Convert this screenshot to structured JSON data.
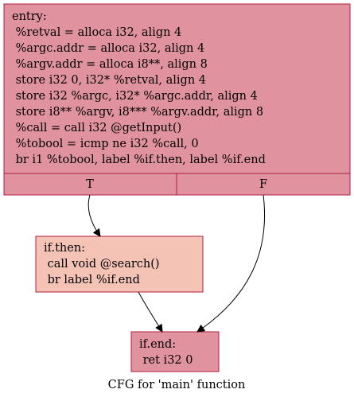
{
  "caption": "CFG for 'main' function",
  "colors": {
    "entry_fill": "#e0939e",
    "if_then_fill": "#f5c2b6",
    "if_end_fill": "#e0939e",
    "node_stroke": "#b01c3c",
    "edge": "#000000"
  },
  "nodes": {
    "entry": {
      "lines": [
        "entry:",
        " %retval = alloca i32, align 4",
        " %argc.addr = alloca i32, align 4",
        " %argv.addr = alloca i8**, align 8",
        " store i32 0, i32* %retval, align 4",
        " store i32 %argc, i32* %argc.addr, align 4",
        " store i8** %argv, i8*** %argv.addr, align 8",
        " %call = call i32 @getInput()",
        " %tobool = icmp ne i32 %call, 0",
        " br i1 %tobool, label %if.then, label %if.end"
      ],
      "ports": [
        "T",
        "F"
      ]
    },
    "if_then": {
      "lines": [
        "if.then:",
        " call void @search()",
        " br label %if.end"
      ]
    },
    "if_end": {
      "lines": [
        "if.end:",
        " ret i32 0"
      ]
    }
  }
}
